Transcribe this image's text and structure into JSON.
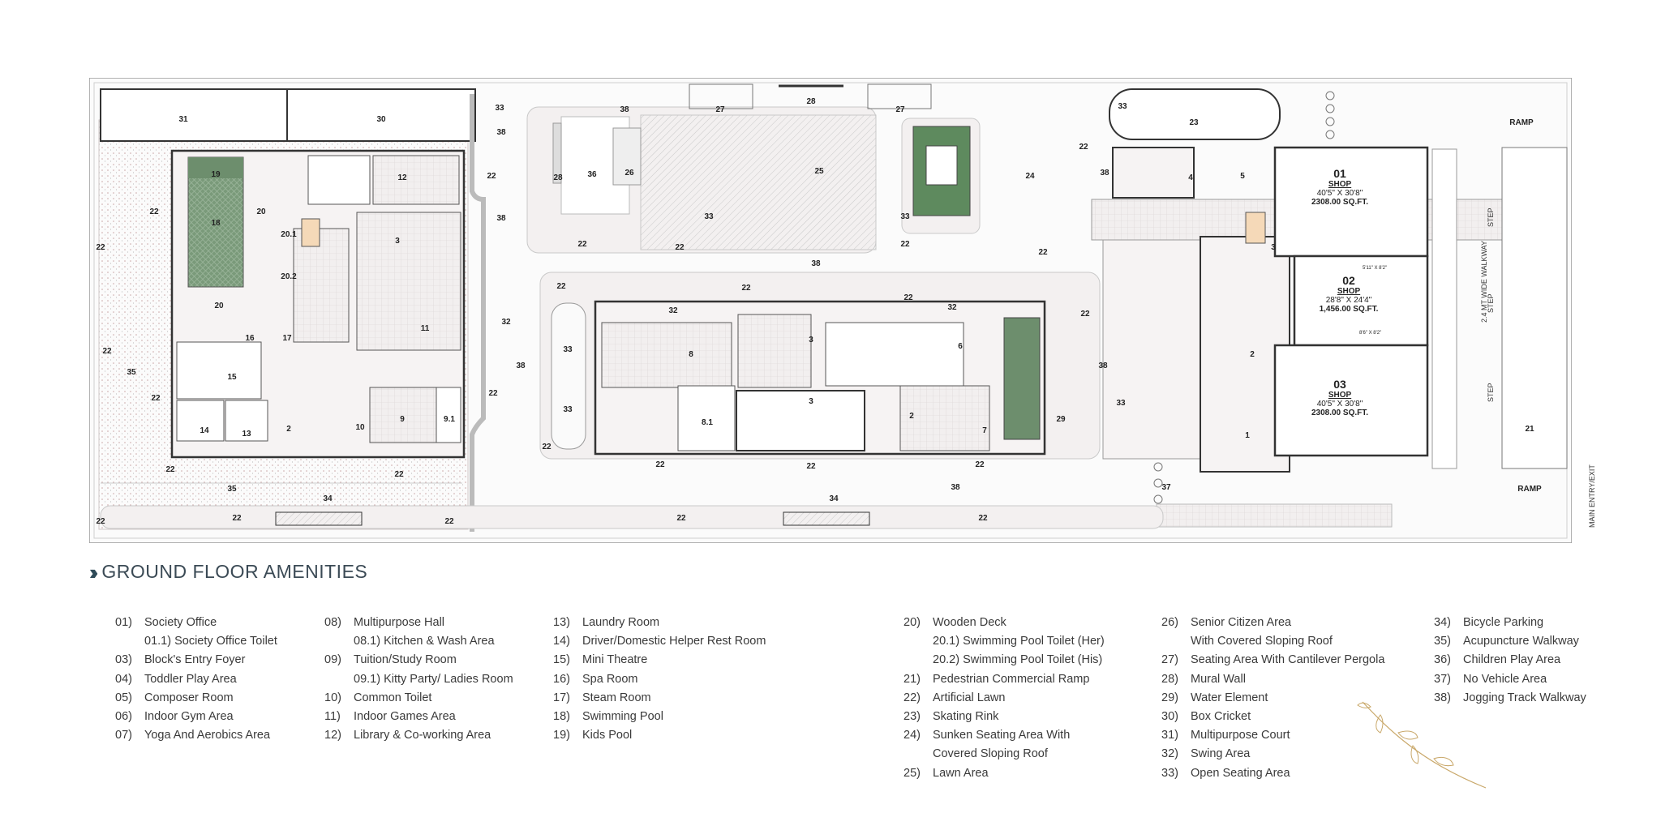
{
  "plan": {
    "labels": {
      "n31": "31",
      "n30": "30",
      "n33": "33",
      "n38": "38",
      "n27": "27",
      "n28": "28",
      "n23": "23",
      "ramp": "RAMP",
      "n19": "19",
      "n18": "18",
      "n20": "20",
      "n22": "22",
      "n12": "12",
      "n201": "20.1",
      "n202": "20.2",
      "n3": "3",
      "n36": "36",
      "n26": "26",
      "n25": "25",
      "n24": "24",
      "n4": "4",
      "n5": "5",
      "n11": "11",
      "n16": "16",
      "n17": "17",
      "n32": "32",
      "n35": "35",
      "n15": "15",
      "n14": "14",
      "n13": "13",
      "n2": "2",
      "n10": "10",
      "n9": "9",
      "n91": "9.1",
      "n8": "8",
      "n81": "8.1",
      "n6": "6",
      "n7": "7",
      "n29": "29",
      "n1": "1",
      "n21": "21",
      "n34": "34",
      "n37": "37",
      "dim_a": "5'11\" X 8'2\"",
      "dim_b": "8'6\" X 8'2\""
    },
    "shops": [
      {
        "num": "01",
        "word": "SHOP",
        "dim": "40'5\" X 30'8\"",
        "area": "2308.00 SQ.FT."
      },
      {
        "num": "02",
        "word": "SHOP",
        "dim": "28'8\" X 24'4\"",
        "area": "1,456.00 SQ.FT."
      },
      {
        "num": "03",
        "word": "SHOP",
        "dim": "40'5\" X 30'8\"",
        "area": "2308.00 SQ.FT."
      }
    ],
    "notes": {
      "step": "STEP",
      "walkway": "2.4 MT WIDE WALKWAY",
      "entry": "MAIN ENTRY/EXIT"
    }
  },
  "section_title": "GROUND FLOOR AMENITIES",
  "legend": {
    "col1": [
      {
        "n": "01)",
        "t": "Society Office"
      },
      {
        "n": "",
        "t": "01.1) Society Office Toilet"
      },
      {
        "n": "03)",
        "t": "Block's Entry Foyer"
      },
      {
        "n": "04)",
        "t": "Toddler Play Area"
      },
      {
        "n": "05)",
        "t": "Composer Room"
      },
      {
        "n": "06)",
        "t": "Indoor Gym Area"
      },
      {
        "n": "07)",
        "t": "Yoga And Aerobics Area"
      }
    ],
    "col2": [
      {
        "n": "08)",
        "t": "Multipurpose Hall"
      },
      {
        "n": "",
        "t": "08.1) Kitchen & Wash Area"
      },
      {
        "n": "09)",
        "t": "Tuition/Study Room"
      },
      {
        "n": "",
        "t": "09.1) Kitty Party/ Ladies Room"
      },
      {
        "n": "10)",
        "t": "Common Toilet"
      },
      {
        "n": "11)",
        "t": "Indoor Games Area"
      },
      {
        "n": "12)",
        "t": "Library & Co-working Area"
      }
    ],
    "col3": [
      {
        "n": "13)",
        "t": "Laundry Room"
      },
      {
        "n": "14)",
        "t": "Driver/Domestic Helper Rest Room"
      },
      {
        "n": "15)",
        "t": "Mini Theatre"
      },
      {
        "n": "16)",
        "t": "Spa Room"
      },
      {
        "n": "17)",
        "t": "Steam Room"
      },
      {
        "n": "18)",
        "t": "Swimming Pool"
      },
      {
        "n": "19)",
        "t": "Kids Pool"
      }
    ],
    "col4": [
      {
        "n": "20)",
        "t": "Wooden Deck"
      },
      {
        "n": "",
        "t": "20.1) Swimming Pool Toilet (Her)"
      },
      {
        "n": "",
        "t": "20.2) Swimming Pool Toilet (His)"
      },
      {
        "n": "21)",
        "t": "Pedestrian Commercial Ramp"
      },
      {
        "n": "22)",
        "t": "Artificial Lawn"
      },
      {
        "n": "23)",
        "t": "Skating Rink"
      },
      {
        "n": "24)",
        "t": "Sunken Seating Area With"
      },
      {
        "n": "",
        "t": "Covered Sloping Roof"
      },
      {
        "n": "25)",
        "t": "Lawn Area"
      }
    ],
    "col5": [
      {
        "n": "26)",
        "t": "Senior Citizen Area"
      },
      {
        "n": "",
        "t": "With Covered Sloping Roof"
      },
      {
        "n": "27)",
        "t": "Seating Area With Cantilever Pergola"
      },
      {
        "n": "28)",
        "t": "Mural Wall"
      },
      {
        "n": "29)",
        "t": "Water Element"
      },
      {
        "n": "30)",
        "t": "Box Cricket"
      },
      {
        "n": "31)",
        "t": "Multipurpose Court"
      },
      {
        "n": "32)",
        "t": "Swing Area"
      },
      {
        "n": "33)",
        "t": "Open Seating Area"
      }
    ],
    "col6": [
      {
        "n": "34)",
        "t": "Bicycle Parking"
      },
      {
        "n": "35)",
        "t": "Acupuncture Walkway"
      },
      {
        "n": "36)",
        "t": "Children Play Area"
      },
      {
        "n": "37)",
        "t": "No Vehicle Area"
      },
      {
        "n": "38)",
        "t": "Jogging Track Walkway"
      }
    ]
  },
  "colors": {
    "pool_green": "#7a9a7a",
    "wall": "#333333",
    "paving": "#e8e2e2",
    "title": "#3b4a55"
  }
}
